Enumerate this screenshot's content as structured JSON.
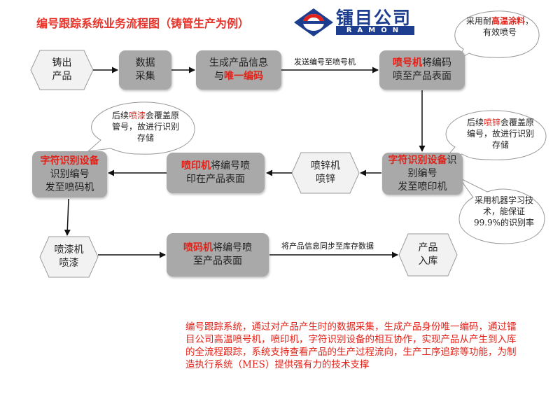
{
  "title": "编号跟踪系统业务流程图（铸管生产为例）",
  "logo": {
    "text": "镭目公司",
    "subtext": "RAMON"
  },
  "nodes": {
    "casting": "铸出\n产品",
    "data_collect": "数据\n采集",
    "gen_info_a": "生成产品信息",
    "gen_info_b": "与",
    "gen_info_red": "唯一编码",
    "sprayer_red": "喷号机",
    "sprayer_a": "将编码",
    "sprayer_b": "喷至产品表面",
    "ocr1_red": "字符识别设备",
    "ocr1_a": "识别编号",
    "ocr1_b": "发至喷印机",
    "zinc": "喷锌机\n喷锌",
    "printer1_red": "喷印机",
    "printer1_a": "将编号喷",
    "printer1_b": "印在产品表面",
    "ocr2_red": "字符识别设备",
    "ocr2_a": "识别编号",
    "ocr2_b": "发至喷码机",
    "paint": "喷漆机\n喷漆",
    "coder_red": "喷码机",
    "coder_a": "将编号喷",
    "coder_b": "至产品表面",
    "warehouse": "产品\n入库"
  },
  "edges": {
    "send_code": "发送编号至喷号机",
    "sync": "将产品信息同步至库存数据"
  },
  "bubbles": {
    "b1_a": "采用耐",
    "b1_red": "高温涂料",
    "b1_b": "，有效喷号",
    "b2_a": "后续",
    "b2_red": "喷锌",
    "b2_b": "会覆盖原编号，故进行识别存储",
    "b3_a": "后续",
    "b3_red": "喷漆",
    "b3_b": "会覆盖原管号，故进行识别存储",
    "b4": "采用机器学习技术，能保证99.9%的识别率"
  },
  "description": "编号跟踪系统，通过对产品产生时的数据采集，生成产品身份唯一编码，通过镭目公司高温喷号机，喷印机，字符识别设备的相互协作，实现产品从产生到入库的全流程跟踪，系统支持查看产品的生产过程流向，生产工序追踪等功能，为制造执行系统（MES）提供强有力的技术支撑",
  "colors": {
    "accent": "#e0231a",
    "box": "#a9a9a9",
    "hex_border": "#9a9a9a",
    "logo": "#1d3e8e"
  }
}
